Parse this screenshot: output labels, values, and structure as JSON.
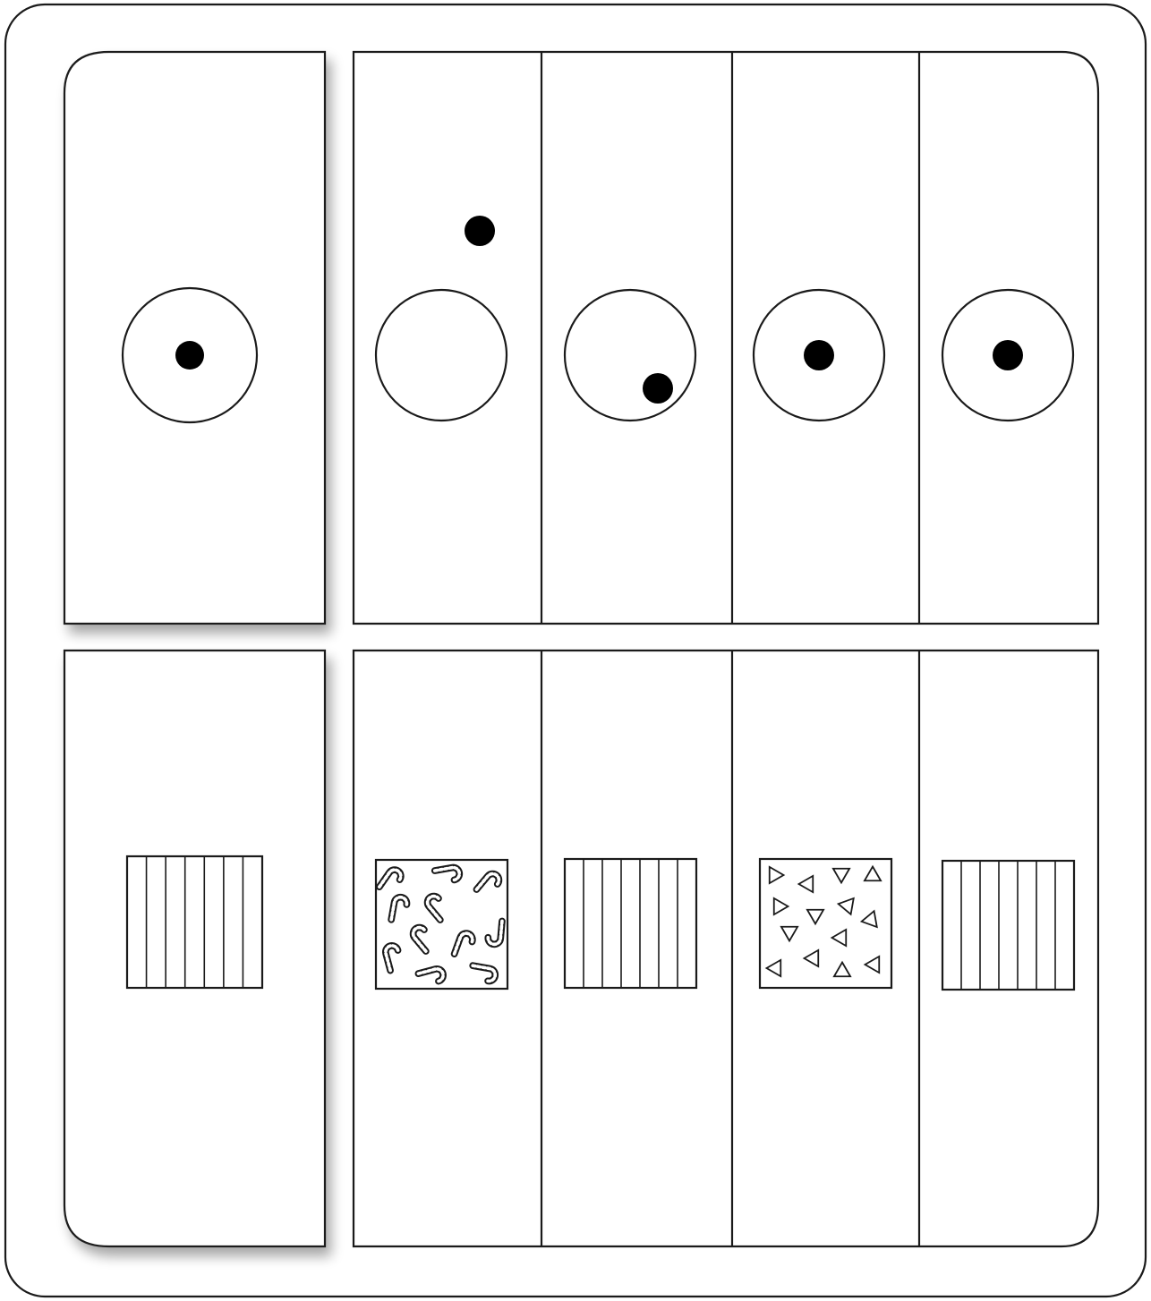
{
  "puzzle": {
    "type": "odd-one-out-visual-puzzle",
    "colors": {
      "ink": "#1a1a1a",
      "dot": "#000000",
      "background": "#ffffff",
      "shadow": "#9a9a9a"
    },
    "top_row": {
      "reference": {
        "shape": "circle",
        "dot": "center"
      },
      "options": [
        {
          "shape": "circle",
          "dot": "outside-top-right"
        },
        {
          "shape": "circle",
          "dot": "inside-bottom-right"
        },
        {
          "shape": "circle",
          "dot": "center"
        },
        {
          "shape": "circle",
          "dot": "center"
        }
      ]
    },
    "bottom_row": {
      "reference": {
        "shape": "square",
        "pattern": "vertical-stripes"
      },
      "options": [
        {
          "shape": "square",
          "pattern": "candy-canes"
        },
        {
          "shape": "square",
          "pattern": "vertical-stripes"
        },
        {
          "shape": "square",
          "pattern": "triangles"
        },
        {
          "shape": "square",
          "pattern": "vertical-stripes"
        }
      ]
    }
  }
}
